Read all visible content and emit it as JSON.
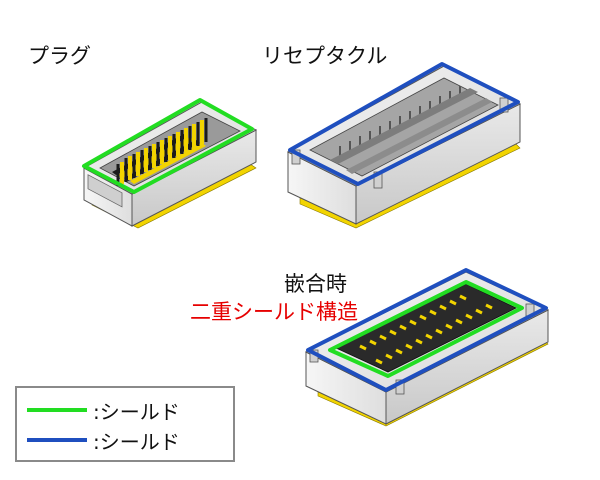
{
  "labels": {
    "plug": "プラグ",
    "receptacle": "リセプタクル",
    "mated": "嵌合時",
    "double_shield": "二重シールド構造"
  },
  "legend": {
    "items": [
      {
        "color": "#22dd22",
        "label": ":シールド"
      },
      {
        "color": "#1f4fbf",
        "label": ":シールド"
      }
    ]
  },
  "colors": {
    "green_shield": "#22dd22",
    "blue_shield": "#1f4fbf",
    "emphasis_red": "#e60000",
    "contact_yellow": "#f2d400",
    "contact_black": "#1b1b1b",
    "housing_grey": "#e6e6e6"
  }
}
